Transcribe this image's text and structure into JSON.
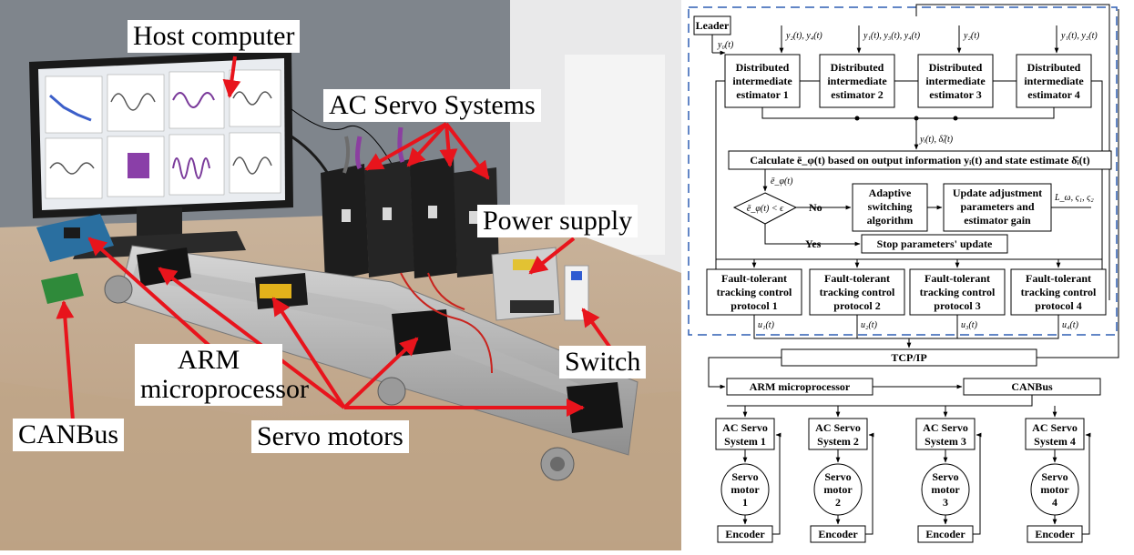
{
  "photo": {
    "labels": {
      "host_computer": "Host computer",
      "ac_servo_systems": "AC Servo Systems",
      "power_supply": "Power supply",
      "arm_line1": "ARM",
      "arm_line2": "microprocessor",
      "switch": "Switch",
      "canbus": "CANBus",
      "servo_motors": "Servo motors"
    },
    "arrow_color": "#e8141c"
  },
  "diagram": {
    "dash_color": "#2e5fb3",
    "leader": "Leader",
    "leader_signal": "y₀(t)",
    "top_signals": [
      "y₂(t), y₄(t)",
      "y₁(t), y₃(t), y₄(t)",
      "y₂(t)",
      "y₁(t), y₂(t)"
    ],
    "estimators": [
      [
        "Distributed",
        "intermediate",
        "estimator 1"
      ],
      [
        "Distributed",
        "intermediate",
        "estimator 2"
      ],
      [
        "Distributed",
        "intermediate",
        "estimator 3"
      ],
      [
        "Distributed",
        "intermediate",
        "estimator 4"
      ]
    ],
    "estimator_output": "yᵢ(t), δ̂ᵢ(t)",
    "calc_box": "Calculate ē_φ(t) based on output information yᵢ(t) and state estimate δ̂ᵢ(t)",
    "calc_output": "ē_φ(t)",
    "decision": "ē_φ(t) < ϵ",
    "no_label": "No",
    "yes_label": "Yes",
    "adaptive": [
      "Adaptive",
      "switching",
      "algorithm"
    ],
    "update": [
      "Update adjustment",
      "parameters and",
      "estimator gain"
    ],
    "update_output": "L_ω, ς₁, ς₂",
    "stop": "Stop parameters' update",
    "controllers": [
      [
        "Fault-tolerant",
        "tracking control",
        "protocol 1"
      ],
      [
        "Fault-tolerant",
        "tracking control",
        "protocol 2"
      ],
      [
        "Fault-tolerant",
        "tracking control",
        "protocol 3"
      ],
      [
        "Fault-tolerant",
        "tracking control",
        "protocol 4"
      ]
    ],
    "control_signals": [
      "u₁(t)",
      "u₂(t)",
      "u₃(t)",
      "u₄(t)"
    ],
    "tcpip": "TCP/IP",
    "arm": "ARM microprocessor",
    "canbus": "CANBus",
    "servo_systems": [
      [
        "AC Servo",
        "System 1"
      ],
      [
        "AC Servo",
        "System 2"
      ],
      [
        "AC Servo",
        "System 3"
      ],
      [
        "AC Servo",
        "System 4"
      ]
    ],
    "motors": [
      [
        "Servo",
        "motor",
        "1"
      ],
      [
        "Servo",
        "motor",
        "2"
      ],
      [
        "Servo",
        "motor",
        "3"
      ],
      [
        "Servo",
        "motor",
        "4"
      ]
    ],
    "encoders": [
      "Encoder",
      "Encoder",
      "Encoder",
      "Encoder"
    ]
  }
}
